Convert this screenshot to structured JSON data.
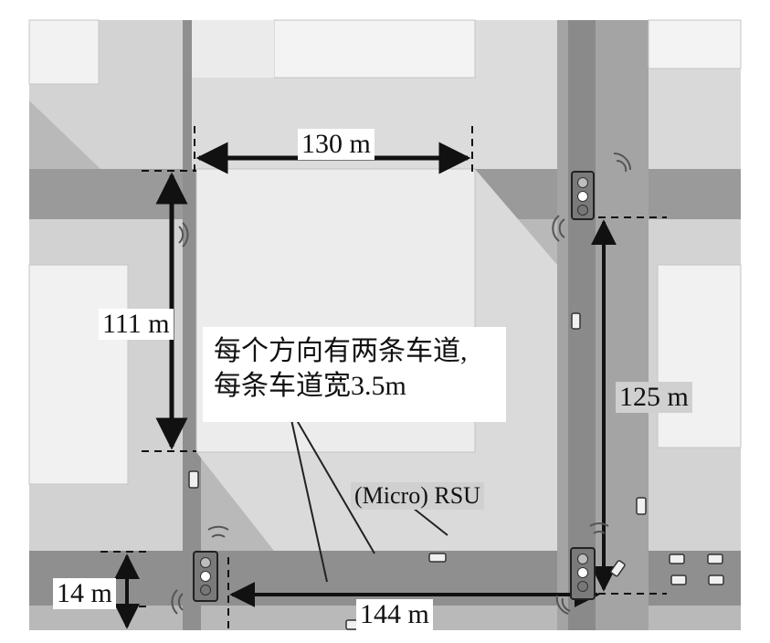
{
  "labels": {
    "top_width": "130 m",
    "left_height": "111 m",
    "right_height": "125 m",
    "bottom_width": "144 m",
    "lane_offset": "14 m",
    "rsu": "(Micro) RSU"
  },
  "note": {
    "line1": "每个方向有两条车道,",
    "line2": "每条车道宽3.5m"
  },
  "colors": {
    "road": "#8f8f8f",
    "road_light": "#a8a8a8",
    "building_roof": "#efefef",
    "building_side": "#d6d6d6",
    "arrow": "#111111"
  },
  "icons": [
    "traffic-light-icon",
    "rsu-signal-icon",
    "vehicle-icon"
  ]
}
